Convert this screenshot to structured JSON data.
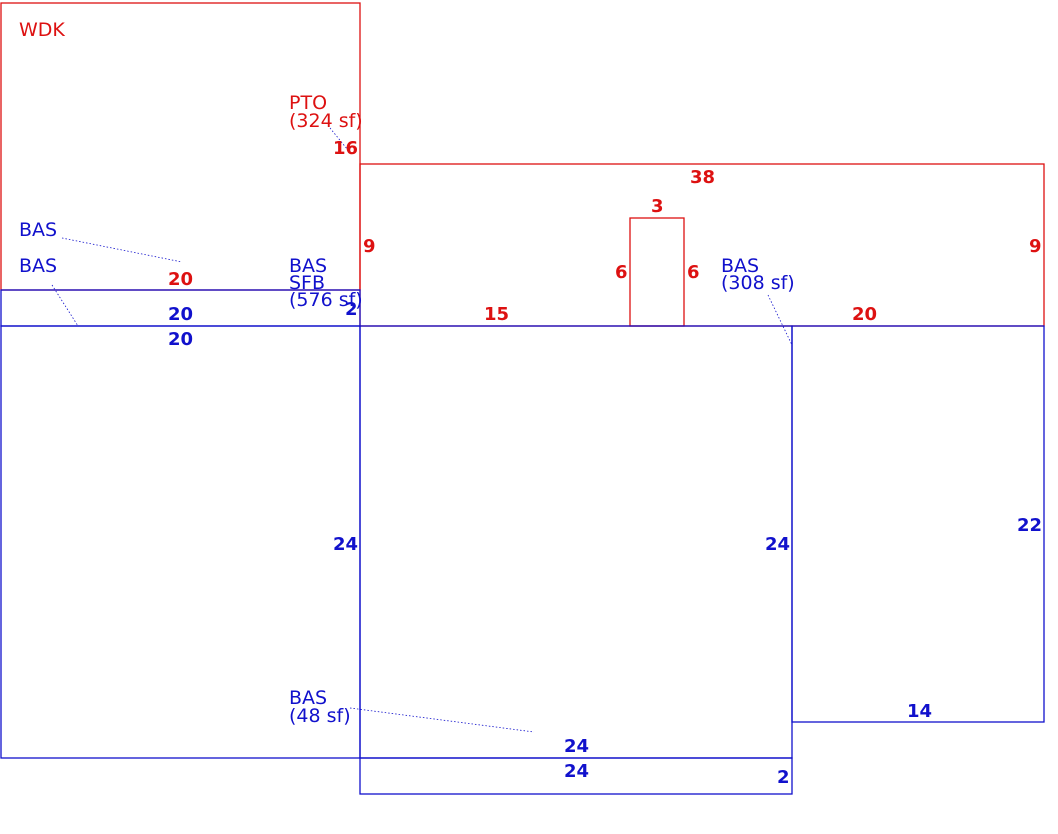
{
  "colors": {
    "deck": "#dd1111",
    "base": "#1111cc",
    "background": "#ffffff"
  },
  "labels": {
    "wdk": "WDK",
    "pto": "PTO",
    "pto_area": "(324 sf)",
    "bas_a": "BAS",
    "bas_b": "BAS",
    "bas_sfb": "BAS",
    "sfb": "SFB",
    "sfb_area": "(576 sf)",
    "bas_right": "BAS",
    "bas_right_area": "(308 sf)",
    "bas_bottom": "BAS",
    "bas_bottom_area": "(48 sf)"
  },
  "dimensions": {
    "pto_16": "16",
    "top_38": "38",
    "bump_3": "3",
    "left_9": "9",
    "right_9": "9",
    "bump_6_left": "6",
    "bump_6_right": "6",
    "wdk_20": "20",
    "seg_15": "15",
    "seg_20_right": "20",
    "strip_20_top": "20",
    "strip_20_bottom": "20",
    "strip_2": "2",
    "left_24": "24",
    "center_24": "24",
    "right_22": "22",
    "right_14": "14",
    "bottom_24_top": "24",
    "bottom_24_bottom": "24",
    "bottom_2": "2"
  }
}
